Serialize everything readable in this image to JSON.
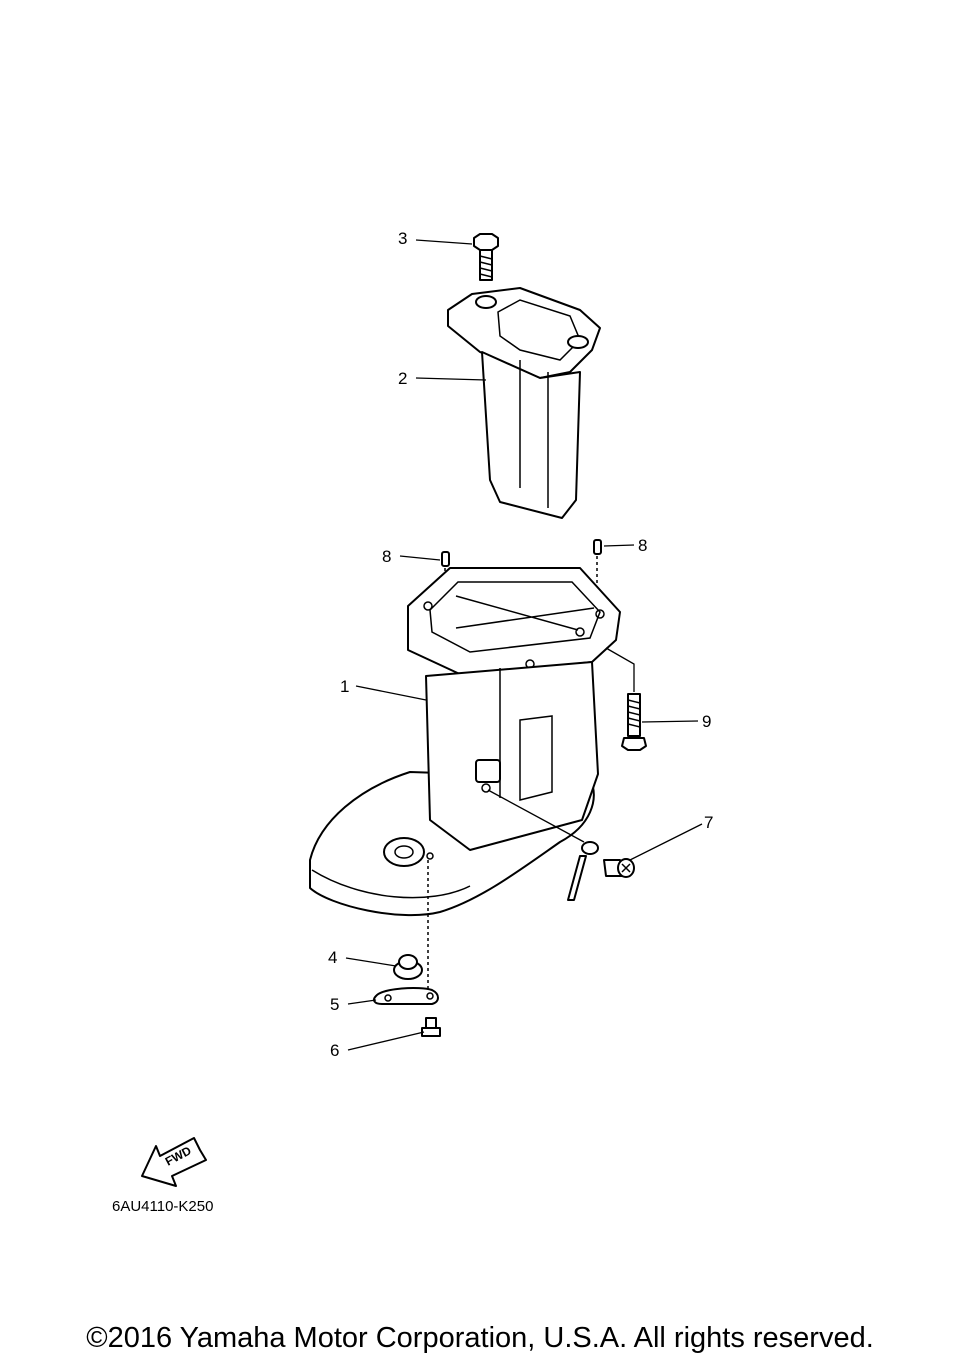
{
  "diagram": {
    "callouts": {
      "c1": "1",
      "c2": "2",
      "c3": "3",
      "c4": "4",
      "c5": "5",
      "c6": "6",
      "c7": "7",
      "c8a": "8",
      "c8b": "8",
      "c9": "9"
    },
    "fwd_arrow_text": "FWD",
    "part_code": "6AU4110-K250"
  },
  "footer": {
    "copyright": "©2016 Yamaha Motor Corporation, U.S.A. All rights reserved."
  }
}
